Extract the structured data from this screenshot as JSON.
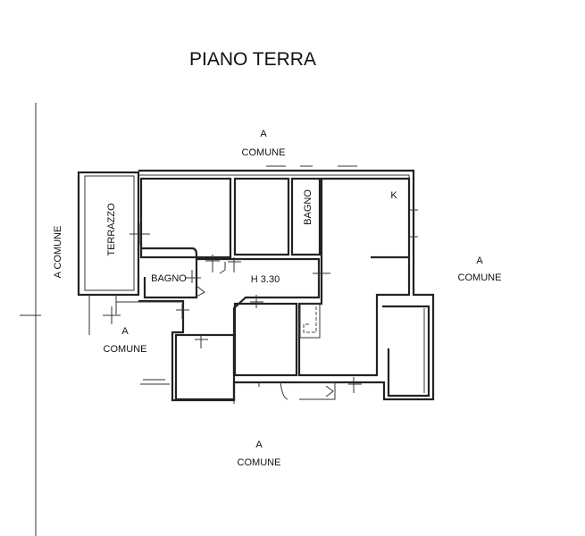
{
  "title": "PIANO TERRA",
  "labels": {
    "top_a": "A",
    "top_comune": "COMUNE",
    "left_vertical": "A COMUNE",
    "right_a": "A",
    "right_comune": "COMUNE",
    "bottom_a": "A",
    "bottom_comune": "COMUNE",
    "inner_a": "A",
    "inner_comune": "COMUNE",
    "terrazzo": "TERRAZZO",
    "bagno_left": "BAGNO",
    "bagno_top": "BAGNO",
    "height": "H 3.30",
    "kitchen": "K"
  }
}
